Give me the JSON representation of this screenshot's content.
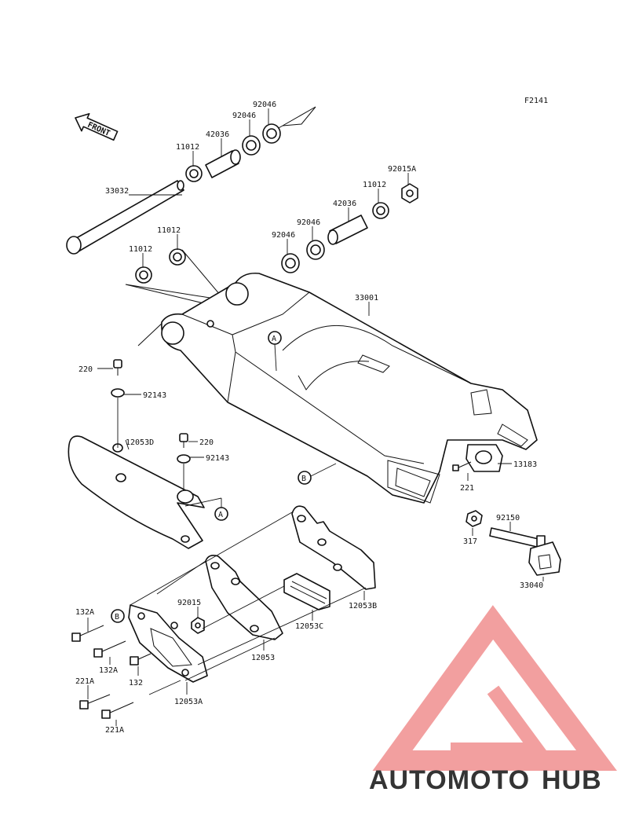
{
  "figure_code": "F2141",
  "front_label": "FRONT",
  "callouts": [
    "A",
    "B"
  ],
  "parts": [
    {
      "id": "p33032",
      "label": "33032"
    },
    {
      "id": "p11012a",
      "label": "11012"
    },
    {
      "id": "p42036a",
      "label": "42036"
    },
    {
      "id": "p92046a",
      "label": "92046"
    },
    {
      "id": "p92046b",
      "label": "92046"
    },
    {
      "id": "p11012b",
      "label": "11012"
    },
    {
      "id": "p11012c",
      "label": "11012"
    },
    {
      "id": "p92046c",
      "label": "92046"
    },
    {
      "id": "p92046d",
      "label": "92046"
    },
    {
      "id": "p42036b",
      "label": "42036"
    },
    {
      "id": "p11012d",
      "label": "11012"
    },
    {
      "id": "p92015A",
      "label": "92015A"
    },
    {
      "id": "p33001",
      "label": "33001"
    },
    {
      "id": "p220a",
      "label": "220"
    },
    {
      "id": "p92143a",
      "label": "92143"
    },
    {
      "id": "p12053D",
      "label": "12053D"
    },
    {
      "id": "p220b",
      "label": "220"
    },
    {
      "id": "p92143b",
      "label": "92143"
    },
    {
      "id": "p13183",
      "label": "13183"
    },
    {
      "id": "p221",
      "label": "221"
    },
    {
      "id": "p92150",
      "label": "92150"
    },
    {
      "id": "p317",
      "label": "317"
    },
    {
      "id": "p33040",
      "label": "33040"
    },
    {
      "id": "p12053B",
      "label": "12053B"
    },
    {
      "id": "p12053C",
      "label": "12053C"
    },
    {
      "id": "p92015",
      "label": "92015"
    },
    {
      "id": "p12053",
      "label": "12053"
    },
    {
      "id": "p132Aa",
      "label": "132A"
    },
    {
      "id": "p132Ab",
      "label": "132A"
    },
    {
      "id": "p132",
      "label": "132"
    },
    {
      "id": "p12053A",
      "label": "12053A"
    },
    {
      "id": "p221Aa",
      "label": "221A"
    },
    {
      "id": "p221Ab",
      "label": "221A"
    }
  ],
  "watermark": {
    "text_a": "AUTOMOTO",
    "text_b": "HUB",
    "color_a": "#f6b98f",
    "color_b": "#8a8a8a",
    "triangle_color": "#f08f8f"
  }
}
